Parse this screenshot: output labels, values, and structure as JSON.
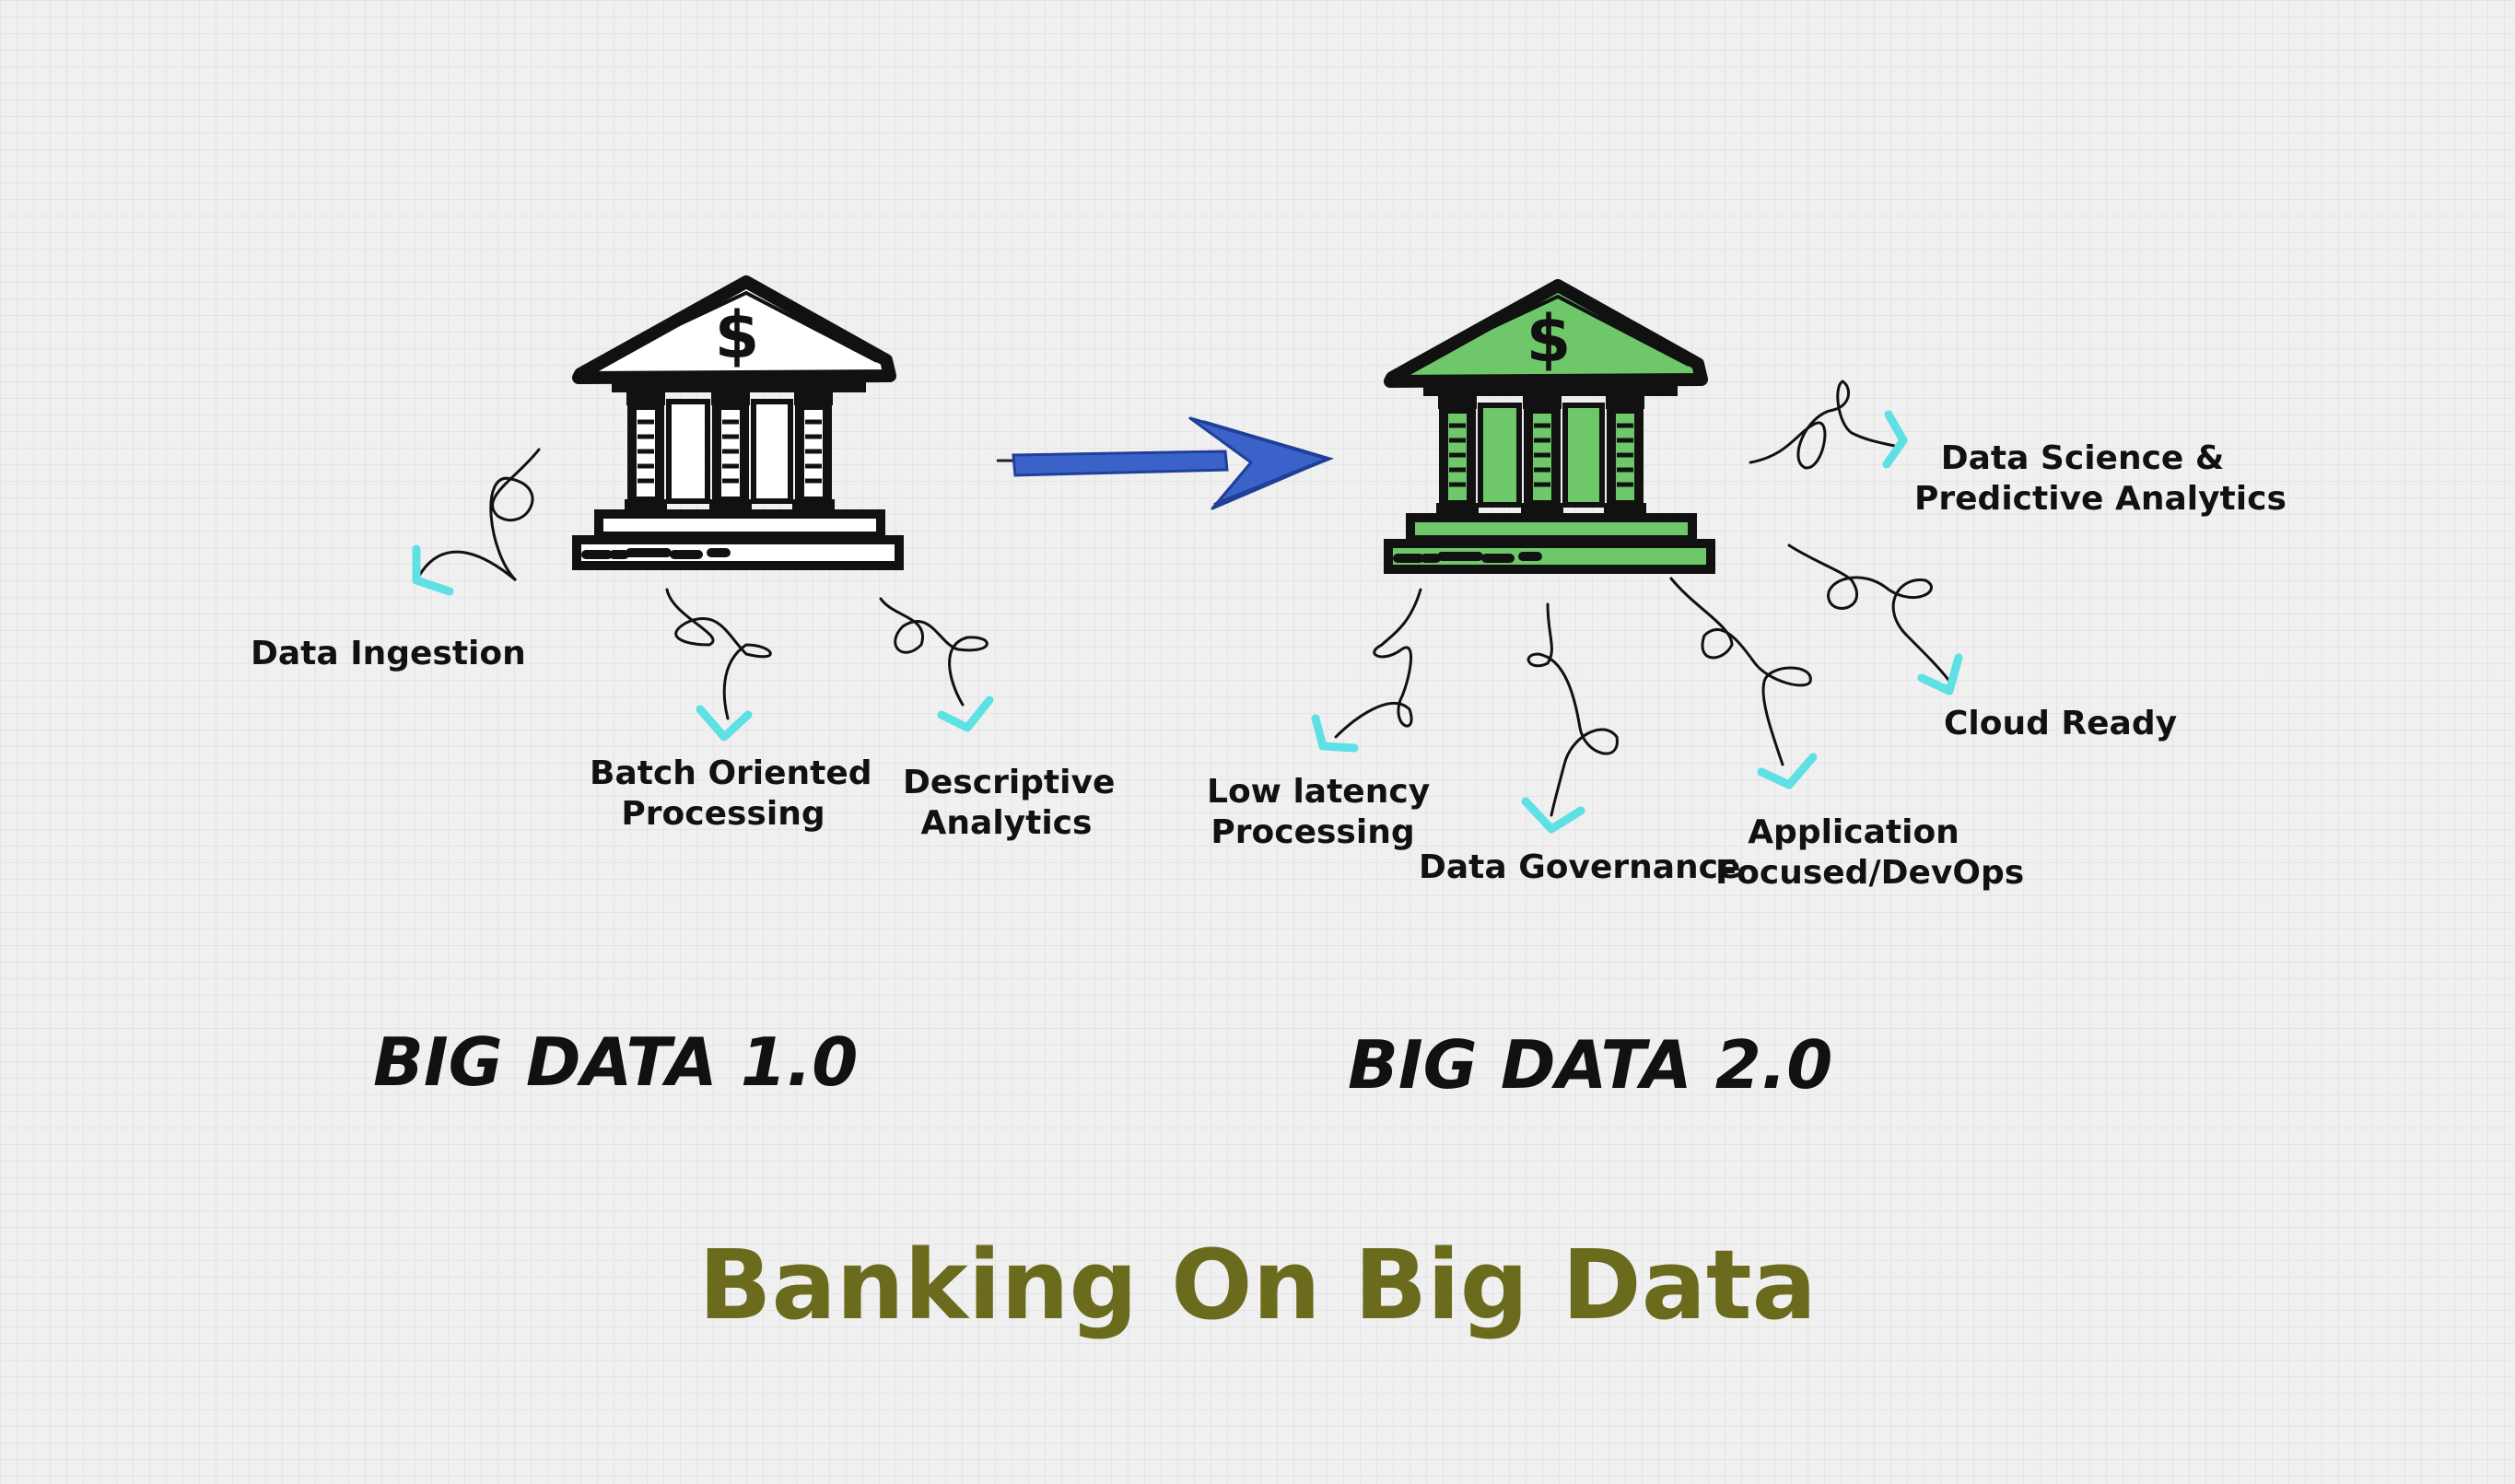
{
  "colors": {
    "accent_arrow": "#3a62c8",
    "cyan_arrow": "#5ee0e4",
    "bank_green": "#6ec86a",
    "title_olive": "#6b6b1e",
    "ink": "#111111"
  },
  "icons": {
    "bank_old": "bank-building-icon",
    "bank_new": "bank-building-icon",
    "transition": "right-arrow-icon"
  },
  "left": {
    "heading": "BIG DATA 1.0",
    "features": [
      {
        "lines": [
          "Data Ingestion"
        ]
      },
      {
        "lines": [
          "Batch Oriented",
          "Processing"
        ]
      },
      {
        "lines": [
          "Descriptive",
          "Analytics"
        ]
      }
    ]
  },
  "right": {
    "heading": "BIG DATA 2.0",
    "features": [
      {
        "lines": [
          "Low latency",
          "Processing"
        ]
      },
      {
        "lines": [
          "Data Governance"
        ]
      },
      {
        "lines": [
          "Application",
          "Focused/DevOps"
        ]
      },
      {
        "lines": [
          "Cloud Ready"
        ]
      },
      {
        "lines": [
          "Data Science &",
          "Predictive Analytics"
        ]
      }
    ]
  },
  "title": "Banking On Big Data"
}
